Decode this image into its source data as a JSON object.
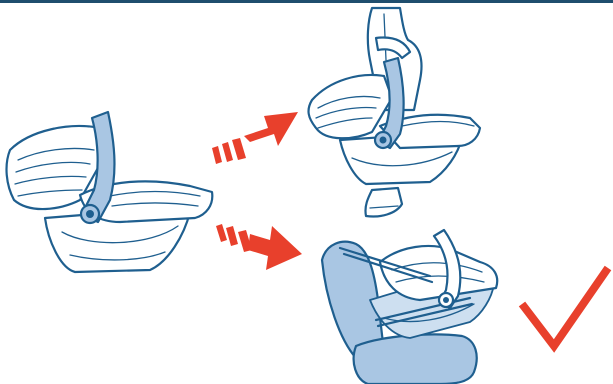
{
  "figure": {
    "panels": [
      {
        "id": "carrier-unattached",
        "icon": "infant-car-seat-icon"
      },
      {
        "id": "carrier-carried",
        "icon": "carrying-carrier-icon"
      },
      {
        "id": "carrier-installed",
        "icon": "car-seat-installed-icon"
      }
    ],
    "arrows": [
      {
        "icon": "arrow-up-right-icon"
      },
      {
        "icon": "arrow-down-right-icon"
      }
    ],
    "confirmation": {
      "icon": "checkmark-icon",
      "color": "#e8402c"
    },
    "colors": {
      "line": "#1f5f8f",
      "accent": "#e8402c",
      "seat_fill": "#a9c6e3",
      "top_rule": "#1f4e6e"
    }
  }
}
